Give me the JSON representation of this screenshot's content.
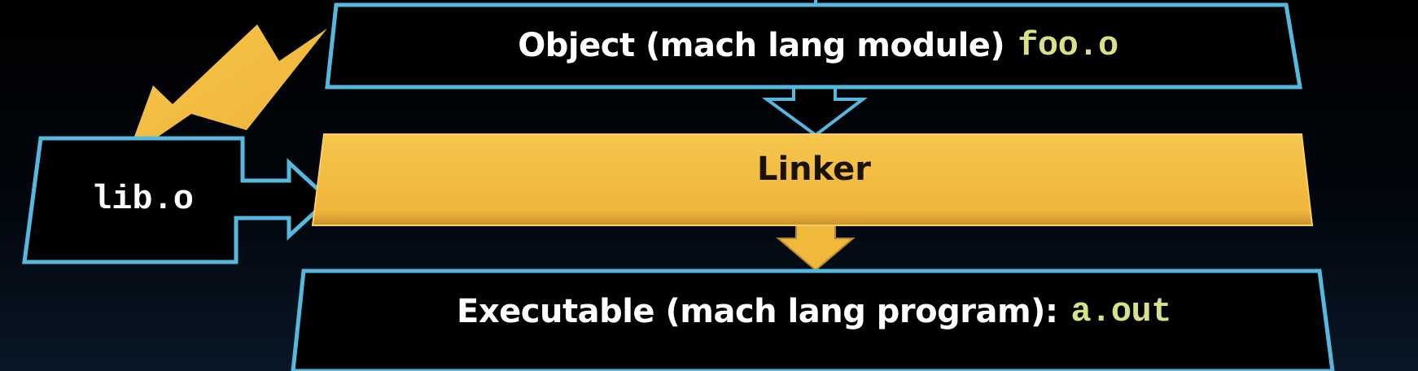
{
  "object_box": {
    "label": "Object (mach lang module)",
    "file": "foo.o"
  },
  "linker_box": {
    "label": "Linker"
  },
  "library_box": {
    "file": "lib.o"
  },
  "executable_box": {
    "label": "Executable (mach lang program):",
    "file": "a.out"
  },
  "colors": {
    "box_border": "#55b8de",
    "box_fill": "#000000",
    "linker_fill": "#f1b93c",
    "code_text": "#d8e08a",
    "text": "#ffffff"
  }
}
